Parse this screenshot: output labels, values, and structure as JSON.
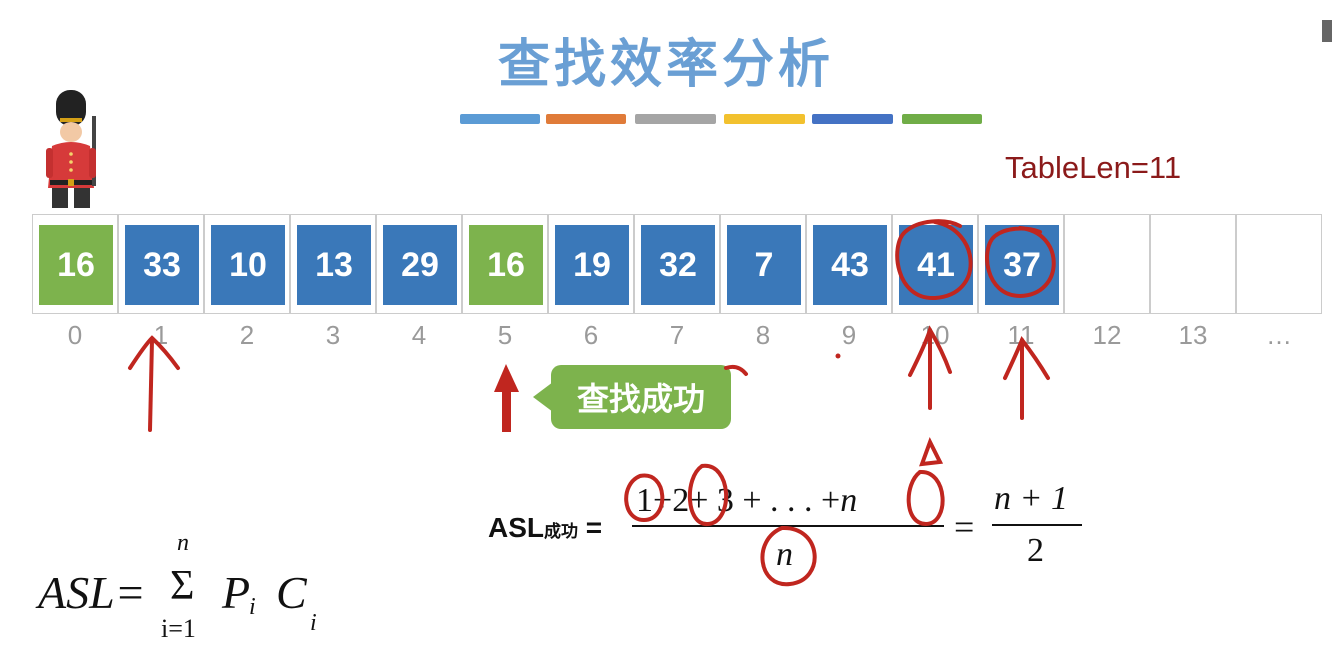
{
  "title": "查找效率分析",
  "color_bars": [
    {
      "color": "#5b9bd5"
    },
    {
      "color": "#e07b39"
    },
    {
      "color": "#a5a5a5"
    },
    {
      "color": "#f2c12e"
    },
    {
      "color": "#4472c4"
    },
    {
      "color": "#70ad47"
    }
  ],
  "table_len_label": "TableLen=11",
  "cells": [
    {
      "index": "0",
      "value": "16",
      "color": "#7db34d"
    },
    {
      "index": "1",
      "value": "33",
      "color": "#3a78b9"
    },
    {
      "index": "2",
      "value": "10",
      "color": "#3a78b9"
    },
    {
      "index": "3",
      "value": "13",
      "color": "#3a78b9"
    },
    {
      "index": "4",
      "value": "29",
      "color": "#3a78b9"
    },
    {
      "index": "5",
      "value": "16",
      "color": "#7db34d"
    },
    {
      "index": "6",
      "value": "19",
      "color": "#3a78b9"
    },
    {
      "index": "7",
      "value": "32",
      "color": "#3a78b9"
    },
    {
      "index": "8",
      "value": "7",
      "color": "#3a78b9"
    },
    {
      "index": "9",
      "value": "43",
      "color": "#3a78b9"
    },
    {
      "index": "10",
      "value": "41",
      "color": "#3a78b9"
    },
    {
      "index": "11",
      "value": "37",
      "color": "#3a78b9"
    },
    {
      "index": "12",
      "value": "",
      "color": ""
    },
    {
      "index": "13",
      "value": "",
      "color": ""
    },
    {
      "index": "…",
      "value": "",
      "color": ""
    }
  ],
  "success_bubble": "查找成功",
  "asl_success": {
    "label": "ASL",
    "subscript": "成功",
    "equals": "=",
    "numerator": [
      "1",
      "+",
      "2",
      "+ 3 + . . . +",
      "n"
    ],
    "denominator": "n",
    "result_num": "n + 1",
    "result_den": "2"
  },
  "asl_general": {
    "lhs": "ASL=",
    "sum_top": "n",
    "sum_sym": "Σ",
    "sum_bottom": "i=1",
    "p": "P",
    "p_sub": "i",
    "c": "C",
    "c_sub": "i"
  },
  "annotation_color": "#c0261f"
}
